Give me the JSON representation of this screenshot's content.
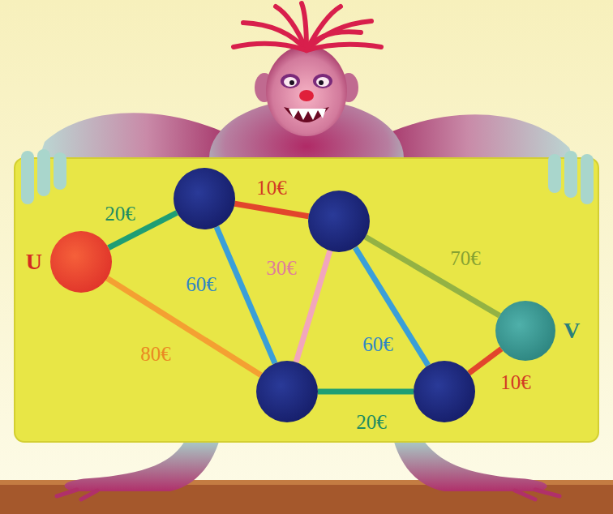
{
  "diagram": {
    "nodes": [
      {
        "text": [
          "U"
        ]
      },
      {
        "text": []
      },
      {
        "text": []
      },
      {
        "text": [
          "V"
        ]
      },
      {
        "text": []
      },
      {
        "text": []
      }
    ],
    "edges": [
      {
        "from": 0,
        "to": 1,
        "arrow": "none",
        "label": "20€"
      },
      {
        "from": 1,
        "to": 2,
        "arrow": "none",
        "label": "10€"
      },
      {
        "from": 1,
        "to": 4,
        "arrow": "none",
        "label": "60€"
      },
      {
        "from": 0,
        "to": 4,
        "arrow": "none",
        "label": "80€"
      },
      {
        "from": 2,
        "to": 4,
        "arrow": "none",
        "label": "30€"
      },
      {
        "from": 2,
        "to": 3,
        "arrow": "none",
        "label": "70€"
      },
      {
        "from": 2,
        "to": 5,
        "arrow": "none",
        "label": "60€"
      },
      {
        "from": 4,
        "to": 5,
        "arrow": "none",
        "label": "20€"
      },
      {
        "from": 5,
        "to": 3,
        "arrow": "none",
        "label": "10€"
      }
    ]
  }
}
